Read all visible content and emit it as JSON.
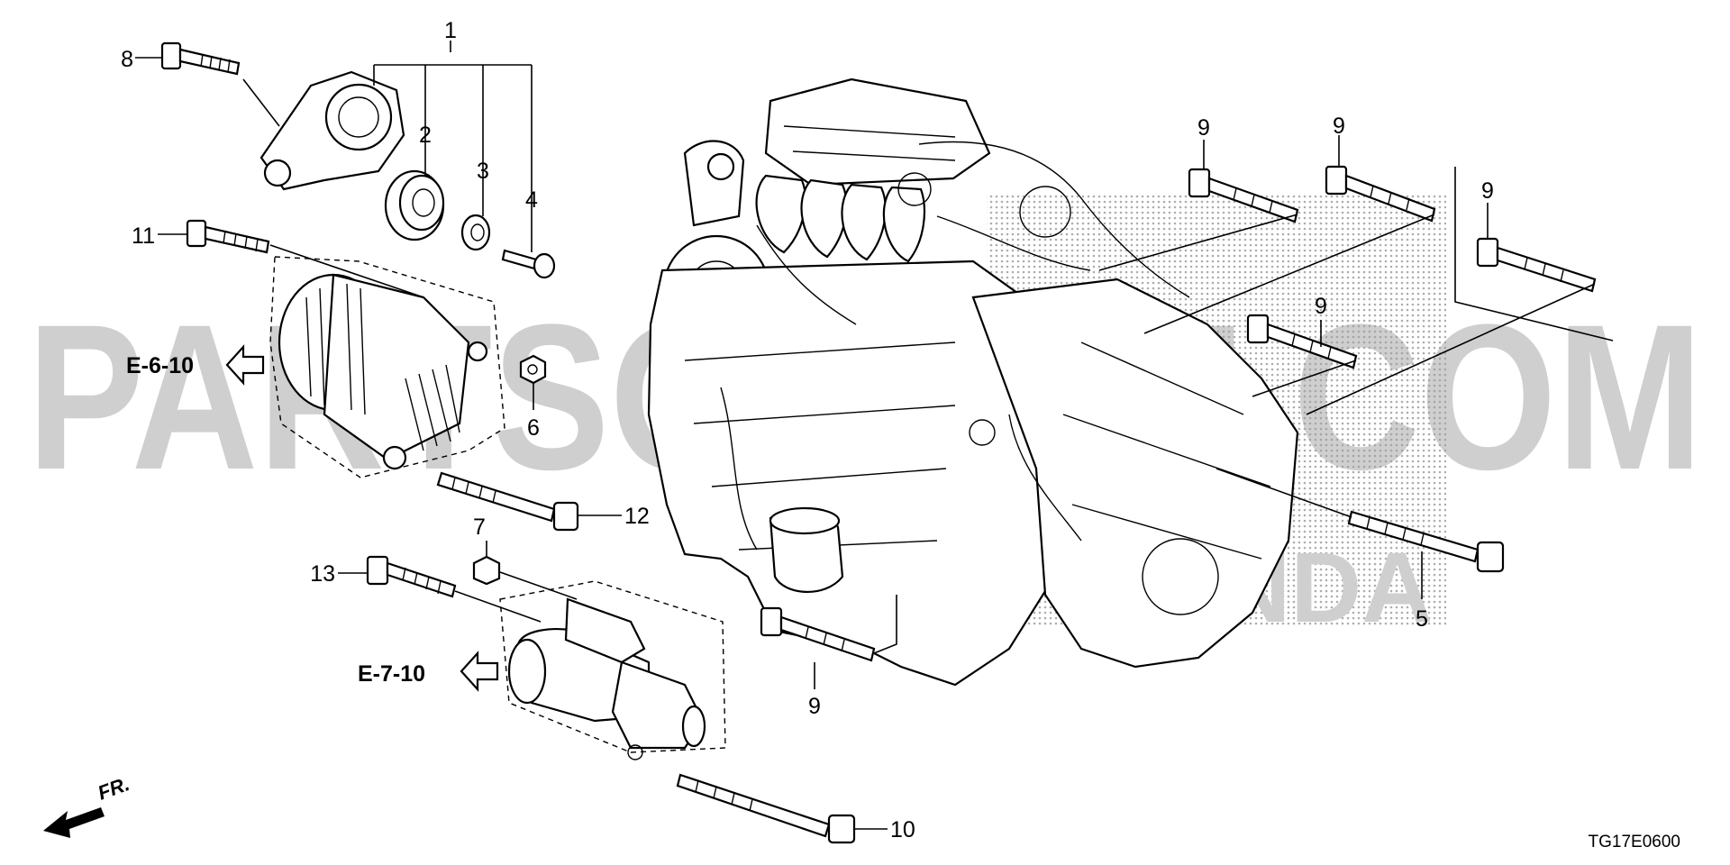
{
  "watermark": {
    "main_text": "PARTSOURCE.COM",
    "brand_text": "HONDA"
  },
  "callouts": {
    "c1": "1",
    "c2": "2",
    "c3": "3",
    "c4": "4",
    "c5": "5",
    "c6": "6",
    "c7": "7",
    "c8": "8",
    "c9a": "9",
    "c9b": "9",
    "c9c": "9",
    "c9d": "9",
    "c9e": "9",
    "c10": "10",
    "c11": "11",
    "c12": "12",
    "c13": "13"
  },
  "references": {
    "alternator_ref": "E-6-10",
    "starter_ref": "E-7-10"
  },
  "direction_label": "FR.",
  "diagram_code": "TG17E0600"
}
